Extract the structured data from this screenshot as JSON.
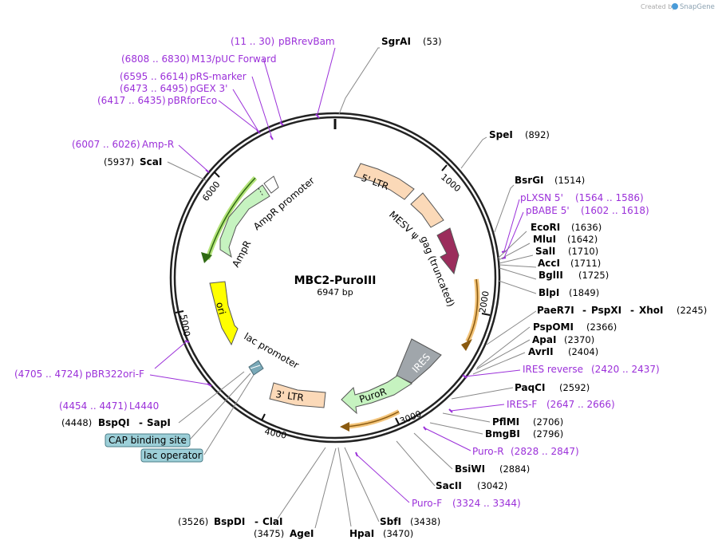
{
  "credit": {
    "prefix": "Created by",
    "brand": "SnapGene"
  },
  "plasmid": {
    "name": "MBC2-PuroIII",
    "length": "6947 bp"
  },
  "ticks": [
    "1000",
    "2000",
    "3000",
    "4000",
    "5000",
    "6000"
  ],
  "features": [
    {
      "label": "5' LTR"
    },
    {
      "label": "MESV ψ"
    },
    {
      "label": "gag (truncated)"
    },
    {
      "label": "IRES"
    },
    {
      "label": "PuroR"
    },
    {
      "label": "3' LTR"
    },
    {
      "label": "lac promoter"
    },
    {
      "label": "ori"
    },
    {
      "label": "AmpR"
    },
    {
      "label": "AmpR promoter"
    }
  ],
  "sites": [
    {
      "name": "SgrAI",
      "pos": "(53)"
    },
    {
      "name": "SpeI",
      "pos": "(892)"
    },
    {
      "name": "BsrGI",
      "pos": "(1514)"
    },
    {
      "name": "EcoRI",
      "pos": "(1636)"
    },
    {
      "name": "MluI",
      "pos": "(1642)"
    },
    {
      "name": "SalI",
      "pos": "(1710)"
    },
    {
      "name": "AccI",
      "pos": "(1711)"
    },
    {
      "name": "BglII",
      "pos": "(1725)"
    },
    {
      "name": "BlpI",
      "pos": "(1849)"
    },
    {
      "name": "PaeR7I",
      "name2": "PspXI",
      "name3": "XhoI",
      "pos": "(2245)"
    },
    {
      "name": "PspOMI",
      "pos": "(2366)"
    },
    {
      "name": "ApaI",
      "pos": "(2370)"
    },
    {
      "name": "AvrII",
      "pos": "(2404)"
    },
    {
      "name": "PaqCI",
      "pos": "(2592)"
    },
    {
      "name": "PflMI",
      "pos": "(2706)"
    },
    {
      "name": "BmgBI",
      "pos": "(2796)"
    },
    {
      "name": "BsiWI",
      "pos": "(2884)"
    },
    {
      "name": "SacII",
      "pos": "(3042)"
    },
    {
      "name": "SbfI",
      "pos": "(3438)"
    },
    {
      "name": "HpaI",
      "pos": "(3470)"
    },
    {
      "name": "AgeI",
      "pos": "(3475)"
    },
    {
      "name": "BspDI",
      "name2": "ClaI",
      "pos": "(3526)"
    },
    {
      "name": "BspQI",
      "name2": "SapI",
      "pos": "(4448)"
    },
    {
      "name": "ScaI",
      "pos": "(5937)"
    }
  ],
  "primers": [
    {
      "name": "pBRrevBam",
      "range": "(11 .. 30)"
    },
    {
      "name": "M13/pUC Forward",
      "range": "(6808 .. 6830)"
    },
    {
      "name": "pRS-marker",
      "range": "(6595 .. 6614)"
    },
    {
      "name": "pGEX 3'",
      "range": "(6473 .. 6495)"
    },
    {
      "name": "pBRforEco",
      "range": "(6417 .. 6435)"
    },
    {
      "name": "Amp-R",
      "range": "(6007 .. 6026)"
    },
    {
      "name": "pLXSN 5'",
      "range": "(1564 .. 1586)"
    },
    {
      "name": "pBABE 5'",
      "range": "(1602 .. 1618)"
    },
    {
      "name": "IRES reverse",
      "range": "(2420 .. 2437)"
    },
    {
      "name": "IRES-F",
      "range": "(2647 .. 2666)"
    },
    {
      "name": "Puro-R",
      "range": "(2828 .. 2847)"
    },
    {
      "name": "Puro-F",
      "range": "(3324 .. 3344)"
    },
    {
      "name": "pBR322ori-F",
      "range": "(4705 .. 4724)"
    },
    {
      "name": "L4440",
      "range": "(4454 .. 4471)"
    }
  ],
  "boxes": [
    "CAP binding site",
    "lac operator"
  ],
  "colors": {
    "primer": "#9b30d9",
    "ltr": "#fbd9b8",
    "gag": "#9b2d5c",
    "ires": "#a0a6ab",
    "puror": "#c6f3c0",
    "ori": "#ffff00",
    "ampr": "#c6f3c0",
    "box": "#9ccfd8"
  }
}
